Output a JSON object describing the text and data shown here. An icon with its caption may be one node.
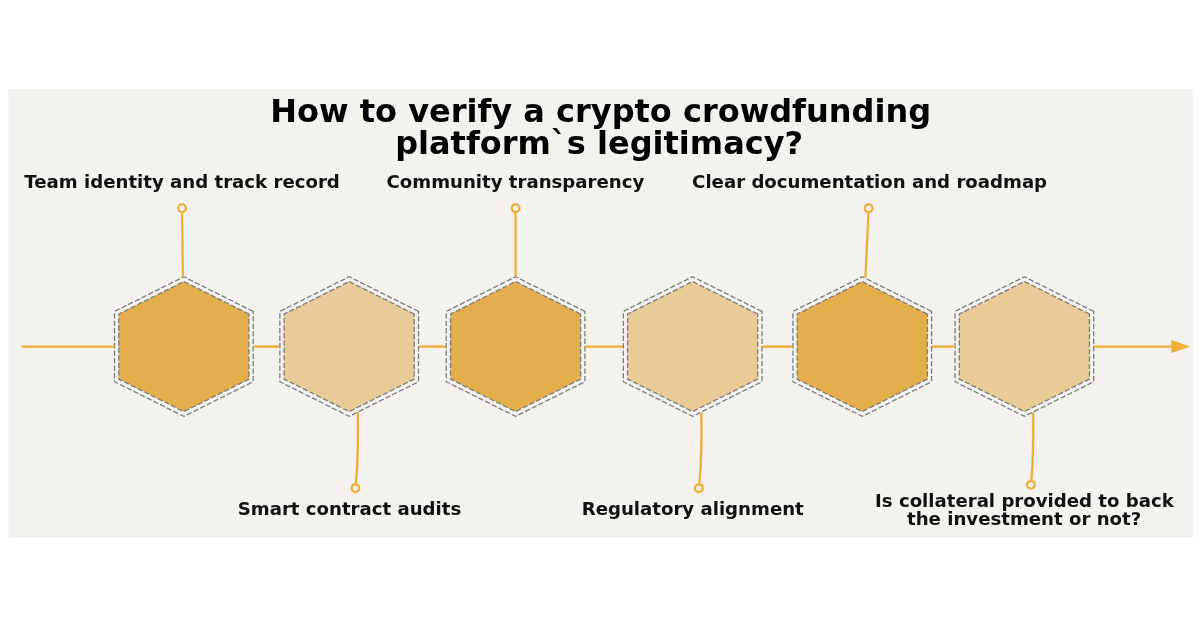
{
  "diagram": {
    "title": "How to verify a crypto crowdfunding platform`s legitimacy?",
    "nodes": [
      {
        "text": [
          "Team identity and track record"
        ]
      },
      {
        "text": [
          "Community transparency"
        ]
      },
      {
        "text": [
          "Clear documentation and roadmap"
        ]
      },
      {
        "text": [],
        "shape": "hexagon"
      },
      {
        "text": [],
        "shape": "hexagon"
      },
      {
        "text": [],
        "shape": "hexagon"
      },
      {
        "text": [],
        "shape": "hexagon"
      },
      {
        "text": [],
        "shape": "hexagon"
      },
      {
        "text": [],
        "shape": "hexagon"
      },
      {
        "text": [
          "Smart contract audits"
        ]
      },
      {
        "text": [
          "Regulatory alignment"
        ]
      },
      {
        "text": [
          "Is collateral provided to back the investment or not?"
        ]
      }
    ],
    "edges": [
      {
        "from": null,
        "to": 3,
        "arrow": "none"
      },
      {
        "from": 3,
        "to": 4,
        "arrow": "none"
      },
      {
        "from": 4,
        "to": 5,
        "arrow": "none"
      },
      {
        "from": 5,
        "to": 6,
        "arrow": "none"
      },
      {
        "from": 6,
        "to": 7,
        "arrow": "none"
      },
      {
        "from": 7,
        "to": 8,
        "arrow": "none"
      },
      {
        "from": 8,
        "to": null,
        "arrow": "to"
      },
      {
        "from": 0,
        "to": 3,
        "arrow": "other"
      },
      {
        "from": 9,
        "to": 4,
        "arrow": "other"
      },
      {
        "from": 1,
        "to": 5,
        "arrow": "other"
      },
      {
        "from": 10,
        "to": 6,
        "arrow": "other"
      },
      {
        "from": 2,
        "to": 7,
        "arrow": "other"
      },
      {
        "from": 11,
        "to": 8,
        "arrow": "other"
      }
    ]
  }
}
